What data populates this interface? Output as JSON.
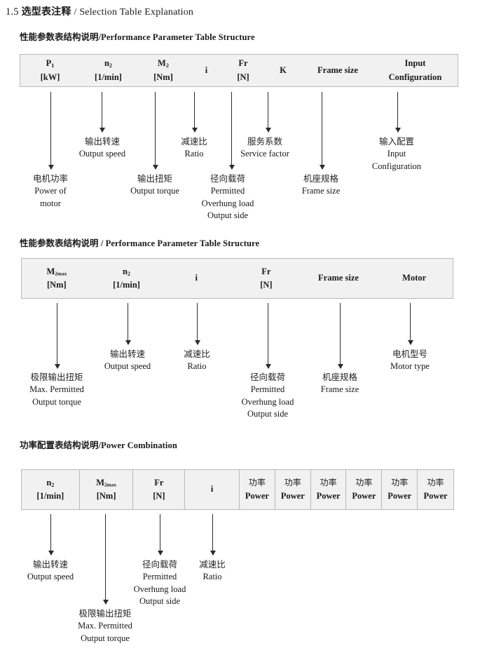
{
  "document": {
    "title_number": "1.5",
    "title_cn": "选型表注释",
    "title_sep": "/",
    "title_en": "Selection Table Explanation"
  },
  "sections": [
    {
      "heading_cn": "性能参数表结构说明",
      "heading_sep": "/",
      "heading_en": "Performance Parameter Table Structure",
      "table": {
        "columns": [
          {
            "line1": "P",
            "sub1": "1",
            "line2": "[kW]"
          },
          {
            "line1": "n",
            "sub1": "2",
            "line2": "[1/min]"
          },
          {
            "line1": "M",
            "sub1": "2",
            "line2": "[Nm]"
          },
          {
            "line1": "i",
            "sub1": "",
            "line2": ""
          },
          {
            "line1": "Fr",
            "sub1": "",
            "line2": "[N]"
          },
          {
            "line1": "K",
            "sub1": "",
            "line2": ""
          },
          {
            "line1": "Frame size",
            "sub1": "",
            "line2": ""
          },
          {
            "line1": "Input",
            "sub1": "",
            "line2": "Configuration"
          }
        ]
      },
      "callouts": [
        {
          "cn": "电机功率",
          "en": [
            "Power of",
            "motor"
          ]
        },
        {
          "cn": "输出转速",
          "en": [
            "Output speed"
          ]
        },
        {
          "cn": "输出扭矩",
          "en": [
            "Output torque"
          ]
        },
        {
          "cn": "减速比",
          "en": [
            "Ratio"
          ]
        },
        {
          "cn": "径向载荷",
          "en": [
            "Permitted",
            "Overhung load",
            "Output side"
          ]
        },
        {
          "cn": "服务系数",
          "en": [
            "Service factor"
          ]
        },
        {
          "cn": "机座规格",
          "en": [
            "Frame size"
          ]
        },
        {
          "cn": "输入配置",
          "en": [
            "Input",
            "Configuration"
          ]
        }
      ]
    },
    {
      "heading_cn": "性能参数表结构说明",
      "heading_sep": "/",
      "heading_en": "Performance Parameter Table Structure",
      "table": {
        "columns": [
          {
            "line1": "M",
            "sub1": "2max",
            "line2": "[Nm]"
          },
          {
            "line1": "n",
            "sub1": "2",
            "line2": "[1/min]"
          },
          {
            "line1": "i",
            "sub1": "",
            "line2": ""
          },
          {
            "line1": "Fr",
            "sub1": "",
            "line2": "[N]"
          },
          {
            "line1": "Frame size",
            "sub1": "",
            "line2": ""
          },
          {
            "line1": "Motor",
            "sub1": "",
            "line2": ""
          }
        ]
      },
      "callouts": [
        {
          "cn": "极限输出扭矩",
          "en": [
            "Max. Permitted",
            "Output  torque"
          ]
        },
        {
          "cn": "输出转速",
          "en": [
            "Output speed"
          ]
        },
        {
          "cn": "减速比",
          "en": [
            "Ratio"
          ]
        },
        {
          "cn": "径向载荷",
          "en": [
            "Permitted",
            "Overhung load",
            "Output side"
          ]
        },
        {
          "cn": "机座规格",
          "en": [
            "Frame size"
          ]
        },
        {
          "cn": "电机型号",
          "en": [
            "Motor type"
          ]
        }
      ]
    },
    {
      "heading_cn": "功率配置表结构说明",
      "heading_sep": "/",
      "heading_en": "Power Combination",
      "table": {
        "columns": [
          {
            "line1": "n",
            "sub1": "2",
            "line2": "[1/min]"
          },
          {
            "line1": "M",
            "sub1": "2max",
            "line2": "[Nm]"
          },
          {
            "line1": "Fr",
            "sub1": "",
            "line2": "[N]"
          },
          {
            "line1": "i",
            "sub1": "",
            "line2": ""
          },
          {
            "cn": "功率",
            "line2": "Power"
          },
          {
            "cn": "功率",
            "line2": "Power"
          },
          {
            "cn": "功率",
            "line2": "Power"
          },
          {
            "cn": "功率",
            "line2": "Power"
          },
          {
            "cn": "功率",
            "line2": "Power"
          },
          {
            "cn": "功率",
            "line2": "Power"
          }
        ]
      },
      "callouts": [
        {
          "cn": "输出转速",
          "en": [
            "Output speed"
          ]
        },
        {
          "cn": "极限输出扭矩",
          "en": [
            "Max. Permitted",
            "Output  torque"
          ]
        },
        {
          "cn": "径向载荷",
          "en": [
            "Permitted",
            "Overhung load",
            "Output side"
          ]
        },
        {
          "cn": "减速比",
          "en": [
            "Ratio"
          ]
        }
      ]
    }
  ],
  "colors": {
    "table_fill": "#f1f1f1",
    "table_border": "#b9b9b9",
    "arrow": "#2b2b2b",
    "text": "#1a1a1a"
  }
}
